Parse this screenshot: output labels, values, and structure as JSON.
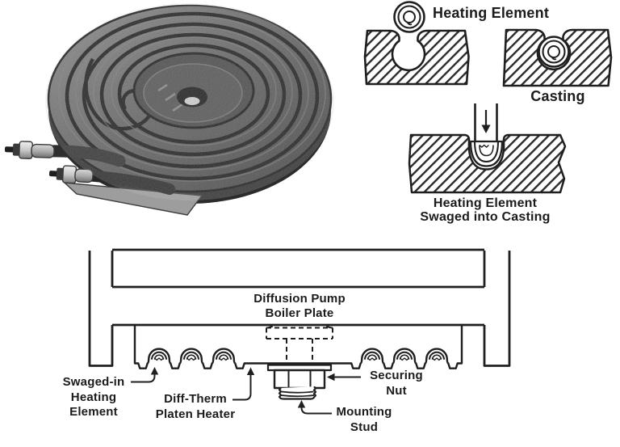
{
  "labels": {
    "heating_element": "Heating Element",
    "casting": "Casting",
    "swaged_caption_line1": "Heating Element",
    "swaged_caption_line2": "Swaged into Casting",
    "boiler_line1": "Diffusion Pump",
    "boiler_line2": "Boiler Plate",
    "swaged_in_line1": "Swaged-in",
    "swaged_in_line2": "Heating",
    "swaged_in_line3": "Element",
    "diff_therm_line1": "Diff-Therm",
    "diff_therm_line2": "Platen Heater",
    "securing_line1": "Securing",
    "securing_line2": "Nut",
    "mounting_line1": "Mounting",
    "mounting_line2": "Stud"
  },
  "colors": {
    "ink": "#1f1f1f",
    "paper": "#ffffff"
  }
}
